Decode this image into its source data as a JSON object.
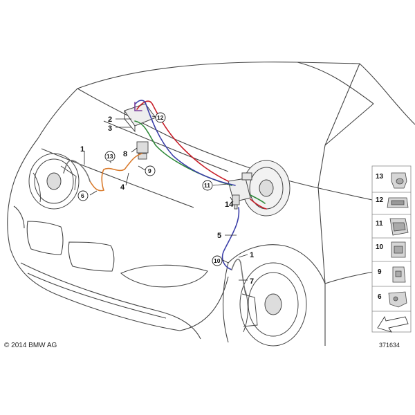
{
  "callouts": {
    "c1a": "1",
    "c1b": "1",
    "c2": "2",
    "c3": "3",
    "c4": "4",
    "c5": "5",
    "c6": "6",
    "c7": "7",
    "c8": "8",
    "c9": "9",
    "c10": "10",
    "c11": "11",
    "c12": "12",
    "c13": "13",
    "c14": "14"
  },
  "legend": {
    "items": [
      "13",
      "12",
      "11",
      "10",
      "9",
      "6"
    ]
  },
  "footer": {
    "copyright": "© 2014 BMW AG",
    "drawing_id": "371634"
  },
  "colors": {
    "outline": "#444444",
    "line_red": "#c8202a",
    "line_green": "#2f8a3a",
    "line_blue": "#3b3fa8",
    "line_orange": "#d97a2b",
    "line_purple": "#7a3f9a"
  }
}
